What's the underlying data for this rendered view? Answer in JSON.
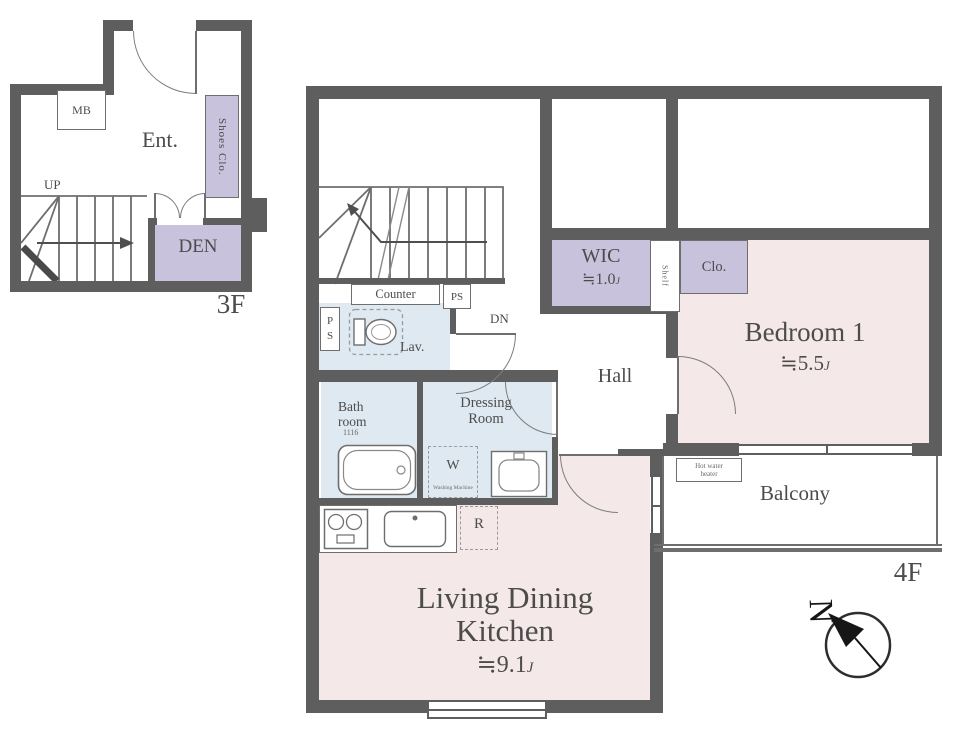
{
  "colors": {
    "wall": "#5e5e5e",
    "fixture_line": "#6e6e6e",
    "room_pink": "#f4e9e8",
    "wet_area_blue": "#dfe9f1",
    "closet_lavender": "#c8c2dc",
    "text": "#4c4c4c"
  },
  "floor3": {
    "floor_label": "3F",
    "mb_label": "MB",
    "entrance_label": "Ent.",
    "shoes_closet_label": "Shoes Clo.",
    "stairs_up_label": "UP",
    "den_label": "DEN"
  },
  "floor4": {
    "floor_label": "4F",
    "counter_label": "Counter",
    "pipe_space_label": "PS",
    "pipe_space_p": "P",
    "pipe_space_s": "S",
    "lavatory_label": "Lav.",
    "stairs_down_label": "DN",
    "wic": {
      "name": "WIC",
      "size": "≒1.0",
      "size_unit": "J"
    },
    "shelf_label": "Shelf",
    "closet_label": "Clo.",
    "bedroom": {
      "name": "Bedroom 1",
      "size": "≒5.5",
      "size_unit": "J"
    },
    "hall_label": "Hall",
    "bathroom": {
      "name_line1": "Bath",
      "name_line2": "room",
      "module": "1116"
    },
    "dressing_room": {
      "name_line1": "Dressing",
      "name_line2": "Room"
    },
    "washer_label": "W",
    "washer_note": "Washing Machine",
    "fridge_label": "R",
    "ldk": {
      "name_line1": "Living Dining",
      "name_line2": "Kitchen",
      "size": "≒9.1",
      "size_unit": "J"
    },
    "balcony_label": "Balcony",
    "water_heater": {
      "line1": "Hot water",
      "line2": "heater"
    },
    "compass_north": "N"
  }
}
